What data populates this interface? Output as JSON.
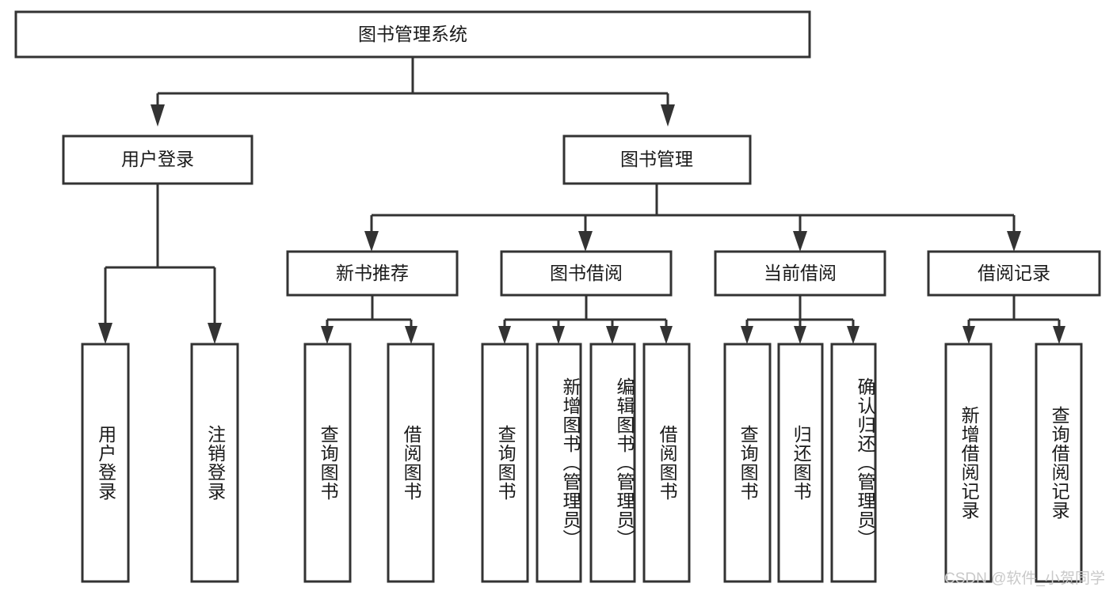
{
  "diagram": {
    "type": "tree",
    "title": "图书管理系统",
    "orientation": "top-down",
    "root": {
      "label": "图书管理系统",
      "id": "root"
    },
    "level2": [
      {
        "id": "user-login",
        "label": "用户登录"
      },
      {
        "id": "book-manage",
        "label": "图书管理"
      }
    ],
    "level3": [
      {
        "id": "new-book-recommend",
        "label": "新书推荐",
        "parent": "book-manage"
      },
      {
        "id": "book-borrow",
        "label": "图书借阅",
        "parent": "book-manage"
      },
      {
        "id": "current-borrow",
        "label": "当前借阅",
        "parent": "book-manage"
      },
      {
        "id": "borrow-record",
        "label": "借阅记录",
        "parent": "book-manage"
      }
    ],
    "leaves": {
      "user-login": [
        {
          "id": "leaf-user-login",
          "label": "用户登录"
        },
        {
          "id": "leaf-user-logout",
          "label": "注销登录"
        }
      ],
      "new-book-recommend": [
        {
          "id": "leaf-query-book-1",
          "label": "查询图书"
        },
        {
          "id": "leaf-borrow-book-1",
          "label": "借阅图书"
        }
      ],
      "book-borrow": [
        {
          "id": "leaf-query-book-2",
          "label": "查询图书"
        },
        {
          "id": "leaf-add-book",
          "label": "新增图书（管理员）"
        },
        {
          "id": "leaf-edit-book",
          "label": "编辑图书（管理员）"
        },
        {
          "id": "leaf-borrow-book-2",
          "label": "借阅图书"
        }
      ],
      "current-borrow": [
        {
          "id": "leaf-query-book-3",
          "label": "查询图书"
        },
        {
          "id": "leaf-return-book",
          "label": "归还图书"
        },
        {
          "id": "leaf-confirm-return",
          "label": "确认归还（管理员）"
        }
      ],
      "borrow-record": [
        {
          "id": "leaf-add-record",
          "label": "新增借阅记录"
        },
        {
          "id": "leaf-query-record",
          "label": "查询借阅记录"
        }
      ]
    },
    "colors": {
      "stroke": "#333333",
      "fill": "#ffffff",
      "text": "#1a1a1a",
      "background": "#ffffff",
      "watermark": "#c9c9c9"
    }
  },
  "watermark": {
    "text": "CSDN @软件_小贺同学"
  }
}
